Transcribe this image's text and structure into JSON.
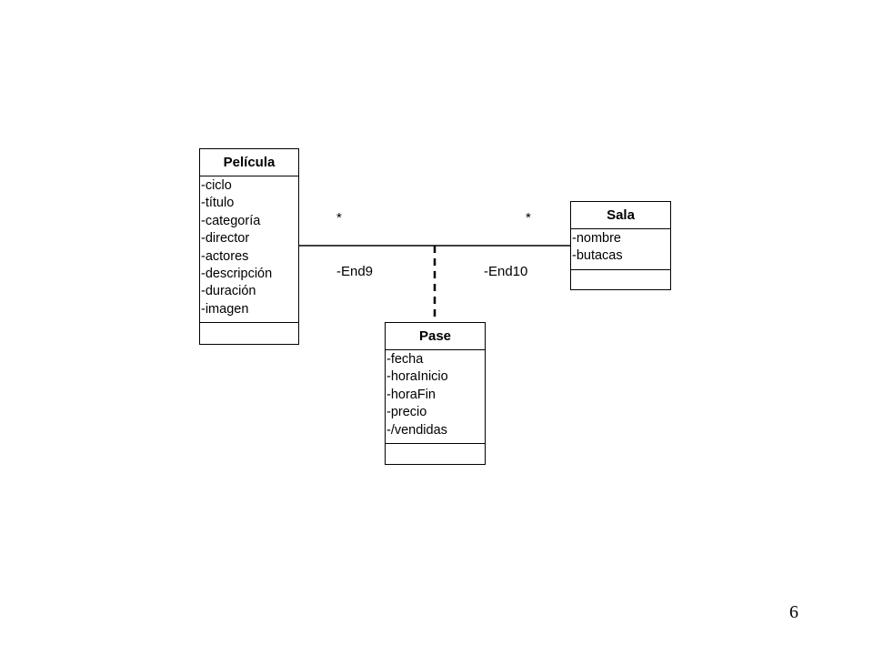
{
  "diagram": {
    "classes": {
      "pelicula": {
        "name": "Película",
        "attributes": [
          "-ciclo",
          "-título",
          "-categoría",
          "-director",
          "-actores",
          "-descripción",
          "-duración",
          "-imagen"
        ]
      },
      "sala": {
        "name": "Sala",
        "attributes": [
          "-nombre",
          "-butacas"
        ]
      },
      "pase": {
        "name": "Pase",
        "attributes": [
          "-fecha",
          "-horaInicio",
          "-horaFin",
          "-precio",
          "-/vendidas"
        ]
      }
    },
    "association": {
      "left_multiplicity": "*",
      "right_multiplicity": "*",
      "left_role": "-End9",
      "right_role": "-End10"
    }
  },
  "page_number": "6"
}
